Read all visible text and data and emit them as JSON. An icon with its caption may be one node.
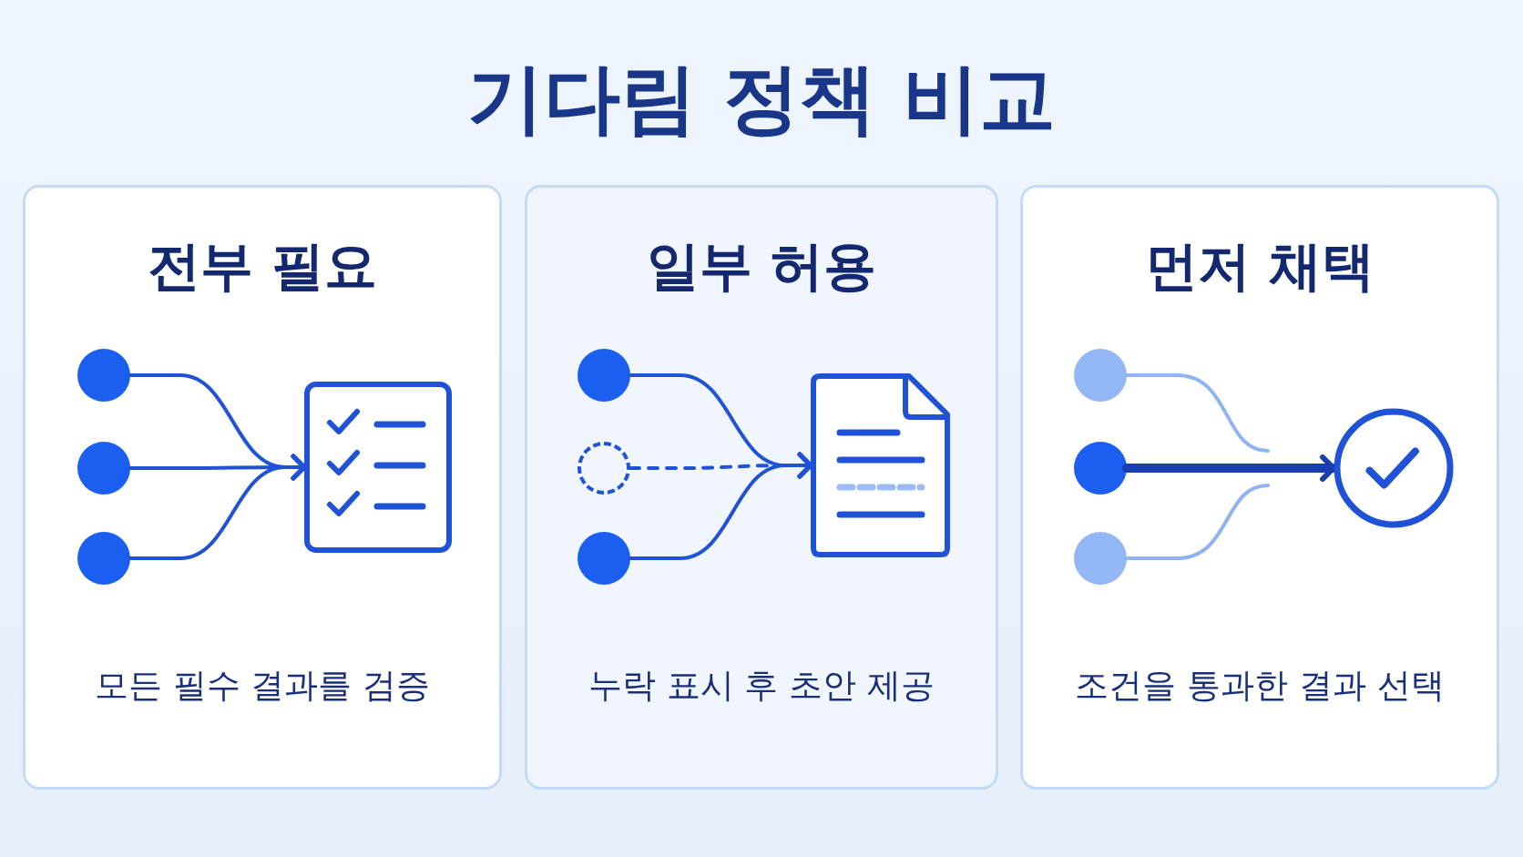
{
  "diagram": {
    "title": "기다림 정책 비교",
    "nodes": [
      {
        "text": [
          "전부 필요",
          "모든 필수 결과를 검증"
        ]
      },
      {
        "text": [],
        "shape": "circle",
        "in": 0
      },
      {
        "text": [],
        "shape": "circle",
        "in": 0
      },
      {
        "text": [],
        "shape": "circle",
        "in": 0
      },
      {
        "text": [],
        "shape": "checklist",
        "in": 0
      },
      {
        "text": [
          "일부 허용",
          "누락 표시 후 초안 제공"
        ]
      },
      {
        "text": [],
        "shape": "circle",
        "in": 5
      },
      {
        "text": [],
        "shape": "circle",
        "in": 5
      },
      {
        "text": [],
        "shape": "circle",
        "in": 5
      },
      {
        "text": [],
        "shape": "document",
        "in": 5
      },
      {
        "text": [
          "먼저 채택",
          "조건을 통과한 결과 선택"
        ]
      },
      {
        "text": [],
        "shape": "circle",
        "in": 10
      },
      {
        "text": [],
        "shape": "circle",
        "in": 10
      },
      {
        "text": [],
        "shape": "circle",
        "in": 10
      },
      {
        "text": [],
        "shape": "circle",
        "in": 10
      }
    ],
    "edges": [
      {
        "from": 1,
        "to": 4,
        "arrow": "to"
      },
      {
        "from": 2,
        "to": 4,
        "arrow": "to"
      },
      {
        "from": 3,
        "to": 4,
        "arrow": "to"
      },
      {
        "from": 6,
        "to": 9,
        "arrow": "to"
      },
      {
        "from": 7,
        "to": 9,
        "arrow": "to",
        "style": "dashed"
      },
      {
        "from": 8,
        "to": 9,
        "arrow": "to"
      },
      {
        "from": 11,
        "to": null,
        "arrow": "none",
        "color": "#8fb3f3"
      },
      {
        "from": 12,
        "to": 14,
        "arrow": "to",
        "style": "thick"
      },
      {
        "from": 13,
        "to": null,
        "arrow": "none",
        "color": "#8fb3f3"
      }
    ]
  }
}
